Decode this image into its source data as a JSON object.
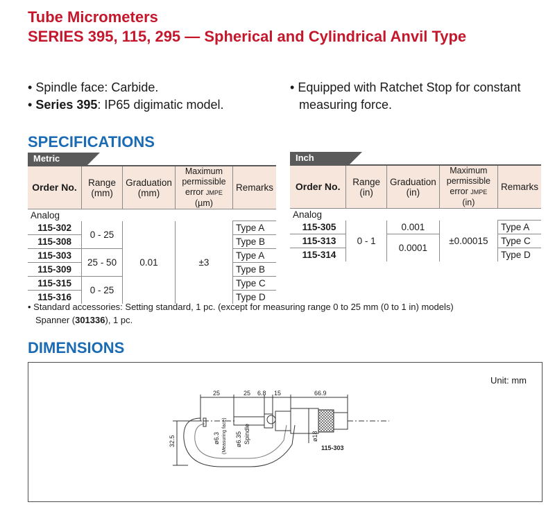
{
  "header": {
    "title": "Tube Micrometers",
    "subtitle": "SERIES 395, 115, 295 — Spherical and Cylindrical Anvil Type"
  },
  "features": {
    "left": [
      {
        "bullet": "•",
        "bold": "",
        "text": "Spindle face: Carbide."
      },
      {
        "bullet": "•",
        "bold": "Series 395",
        "text": ": IP65 digimatic model."
      }
    ],
    "right": {
      "bullet": "•",
      "line1": "Equipped with Ratchet Stop for constant",
      "line2": "measuring force."
    }
  },
  "specifications": {
    "heading": "SPECIFICATIONS",
    "metric": {
      "tab": "Metric",
      "headers": {
        "order": "Order No.",
        "range": [
          "Range",
          "(mm)"
        ],
        "graduation": [
          "Graduation",
          "(mm)"
        ],
        "error": [
          "Maximum",
          "permissible",
          "error ",
          "JMPE",
          " (µm)"
        ],
        "remarks": "Remarks"
      },
      "group": "Analog",
      "orders": [
        "115-302",
        "115-308",
        "115-303",
        "115-309",
        "115-315",
        "115-316"
      ],
      "ranges": [
        "0 - 25",
        "25 - 50",
        "0 - 25"
      ],
      "graduation": "0.01",
      "error": "±3",
      "remarks": [
        "Type A",
        "Type B",
        "Type A",
        "Type B",
        "Type C",
        "Type D"
      ]
    },
    "inch": {
      "tab": "Inch",
      "headers": {
        "order": "Order No.",
        "range": [
          "Range",
          "(in)"
        ],
        "graduation": [
          "Graduation",
          "(in)"
        ],
        "error": [
          "Maximum",
          "permissible",
          "error ",
          "JMPE",
          " (in)"
        ],
        "remarks": "Remarks"
      },
      "group": "Analog",
      "orders": [
        "115-305",
        "115-313",
        "115-314"
      ],
      "range": "0 - 1",
      "graduations": [
        "0.001",
        "0.0001"
      ],
      "error": "±0.00015",
      "remarks": [
        "Type A",
        "Type C",
        "Type D"
      ]
    }
  },
  "accessories": {
    "line1": "• Standard accessories: Setting standard, 1 pc. (except for measuring range 0 to 25 mm (0 to 1 in) models)",
    "line2_prefix": "Spanner (",
    "line2_bold": "301336",
    "line2_suffix": "), 1 pc."
  },
  "dimensions": {
    "heading": "DIMENSIONS",
    "unit": "Unit: mm",
    "labels": {
      "d25a": "25",
      "d25b": "25",
      "d68": "6.8",
      "d15": "15",
      "d669": "66.9",
      "d325": "32.5",
      "phi63": "ø6.3",
      "meas_face": "(Measuring face)",
      "phi635": "ø6.35",
      "spindle": "Spindle",
      "phi18": "ø18",
      "model": "115-303"
    }
  }
}
